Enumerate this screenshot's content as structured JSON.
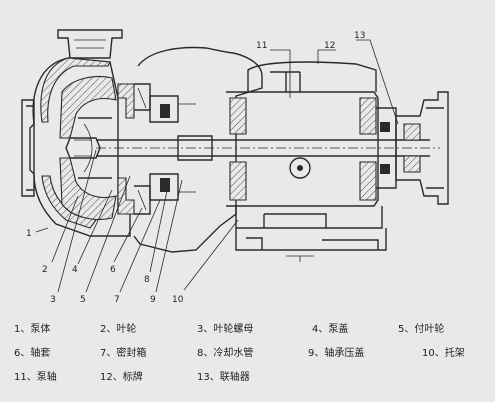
{
  "callouts": [
    "1",
    "2",
    "3",
    "4",
    "5",
    "6",
    "7",
    "8",
    "9",
    "10",
    "11",
    "12",
    "13"
  ],
  "legend": {
    "rows": [
      [
        "1、泵体",
        "2、叶轮",
        "3、叶轮螺母",
        "4、泵盖",
        "5、付叶轮"
      ],
      [
        "6、轴套",
        "7、密封箱",
        "8、冷却水管",
        "9、轴承压盖",
        "10、托架"
      ],
      [
        "11、泵轴",
        "12、标牌",
        "13、联轴器"
      ]
    ]
  }
}
